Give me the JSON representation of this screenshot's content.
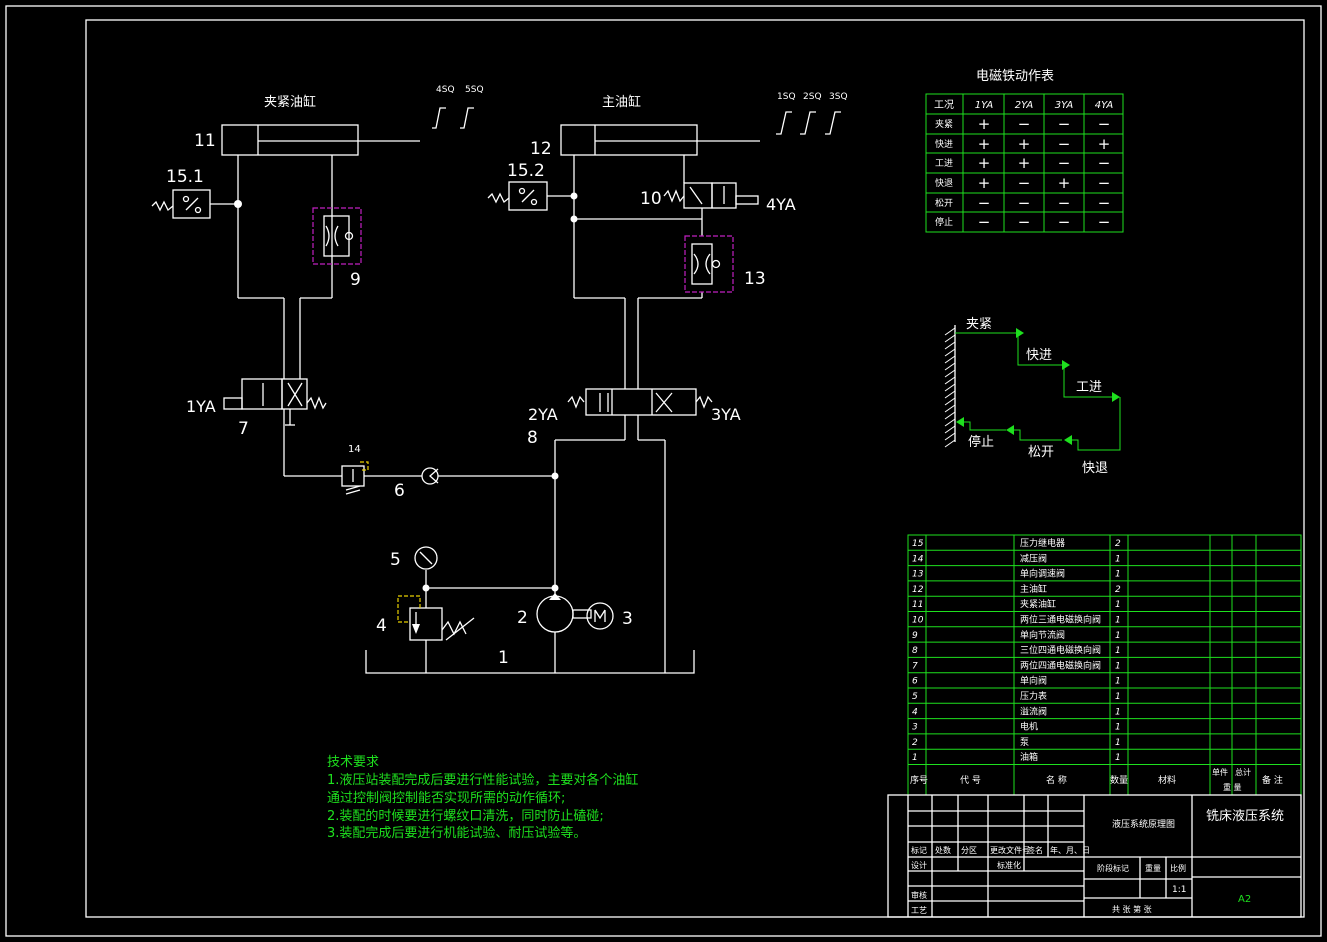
{
  "labels": {
    "clamp_cyl_title": "夹紧油缸",
    "main_cyl_title": "主油缸",
    "n11": "11",
    "n12": "12",
    "n15_1": "15.1",
    "n15_2": "15.2",
    "n9": "9",
    "n10": "10",
    "n13": "13",
    "n7": "7",
    "n8": "8",
    "n6": "6",
    "n5": "5",
    "n4": "4",
    "n2": "2",
    "n3": "3",
    "n1": "1",
    "n14": "14",
    "ya1": "1YA",
    "ya2": "2YA",
    "ya3": "3YA",
    "ya4": "4YA",
    "sq4": "4SQ",
    "sq5": "5SQ",
    "sq1": "1SQ",
    "sq2": "2SQ",
    "sq3": "3SQ"
  },
  "solenoid_table": {
    "title": "电磁铁动作表",
    "headers": [
      "工况",
      "1YA",
      "2YA",
      "3YA",
      "4YA"
    ],
    "rows": [
      {
        "label": "夹紧",
        "cells": [
          "+",
          "−",
          "−",
          "−"
        ]
      },
      {
        "label": "快进",
        "cells": [
          "+",
          "+",
          "−",
          "+"
        ]
      },
      {
        "label": "工进",
        "cells": [
          "+",
          "+",
          "−",
          "−"
        ]
      },
      {
        "label": "快退",
        "cells": [
          "+",
          "−",
          "+",
          "−"
        ]
      },
      {
        "label": "松开",
        "cells": [
          "−",
          "−",
          "−",
          "−"
        ]
      },
      {
        "label": "停止",
        "cells": [
          "−",
          "−",
          "−",
          "−"
        ]
      }
    ]
  },
  "cycle": {
    "clamp": "夹紧",
    "fast_fwd": "快进",
    "work_fwd": "工进",
    "fast_back": "快退",
    "release": "松开",
    "stop": "停止"
  },
  "tech": {
    "title": "技术要求",
    "line1": "1.液压站装配完成后要进行性能试验，主要对各个油缸",
    "line2": "通过控制阀控制能否实现所需的动作循环;",
    "line3": "2.装配的时候要进行螺纹口清洗，同时防止磕碰;",
    "line4": "3.装配完成后要进行机能试验、耐压试验等。"
  },
  "bom": {
    "rows": [
      {
        "no": "15",
        "name": "压力继电器",
        "qty": "2"
      },
      {
        "no": "14",
        "name": "减压阀",
        "qty": "1"
      },
      {
        "no": "13",
        "name": "单向调速阀",
        "qty": "1"
      },
      {
        "no": "12",
        "name": "主油缸",
        "qty": "2"
      },
      {
        "no": "11",
        "name": "夹紧油缸",
        "qty": "1"
      },
      {
        "no": "10",
        "name": "两位三通电磁换向阀",
        "qty": "1"
      },
      {
        "no": "9",
        "name": "单向节流阀",
        "qty": "1"
      },
      {
        "no": "8",
        "name": "三位四通电磁换向阀",
        "qty": "1"
      },
      {
        "no": "7",
        "name": "两位四通电磁换向阀",
        "qty": "1"
      },
      {
        "no": "6",
        "name": "单向阀",
        "qty": "1"
      },
      {
        "no": "5",
        "name": "压力表",
        "qty": "1"
      },
      {
        "no": "4",
        "name": "溢流阀",
        "qty": "1"
      },
      {
        "no": "3",
        "name": "电机",
        "qty": "1"
      },
      {
        "no": "2",
        "name": "泵",
        "qty": "1"
      },
      {
        "no": "1",
        "name": "油箱",
        "qty": "1"
      }
    ],
    "header": {
      "seq": "序号",
      "code": "代 号",
      "name": "名 称",
      "qty": "数量",
      "material": "材料",
      "single": "单件",
      "total": "总计",
      "weight": "重 量",
      "remark": "备 注"
    }
  },
  "title_block": {
    "drawing_name": "液压系统原理图",
    "system_name": "铣床液压系统",
    "mark": "标记",
    "count": "处数",
    "zone": "分区",
    "doc": "更改文件号",
    "sign": "签名",
    "date": "年、月、日",
    "design": "设计",
    "std": "标准化",
    "stage": "阶段标记",
    "weight": "重量",
    "scale": "比例",
    "review": "审核",
    "process": "工艺",
    "scale_val": "1:1",
    "sheets": "共  张 第  张",
    "size": "A2"
  }
}
